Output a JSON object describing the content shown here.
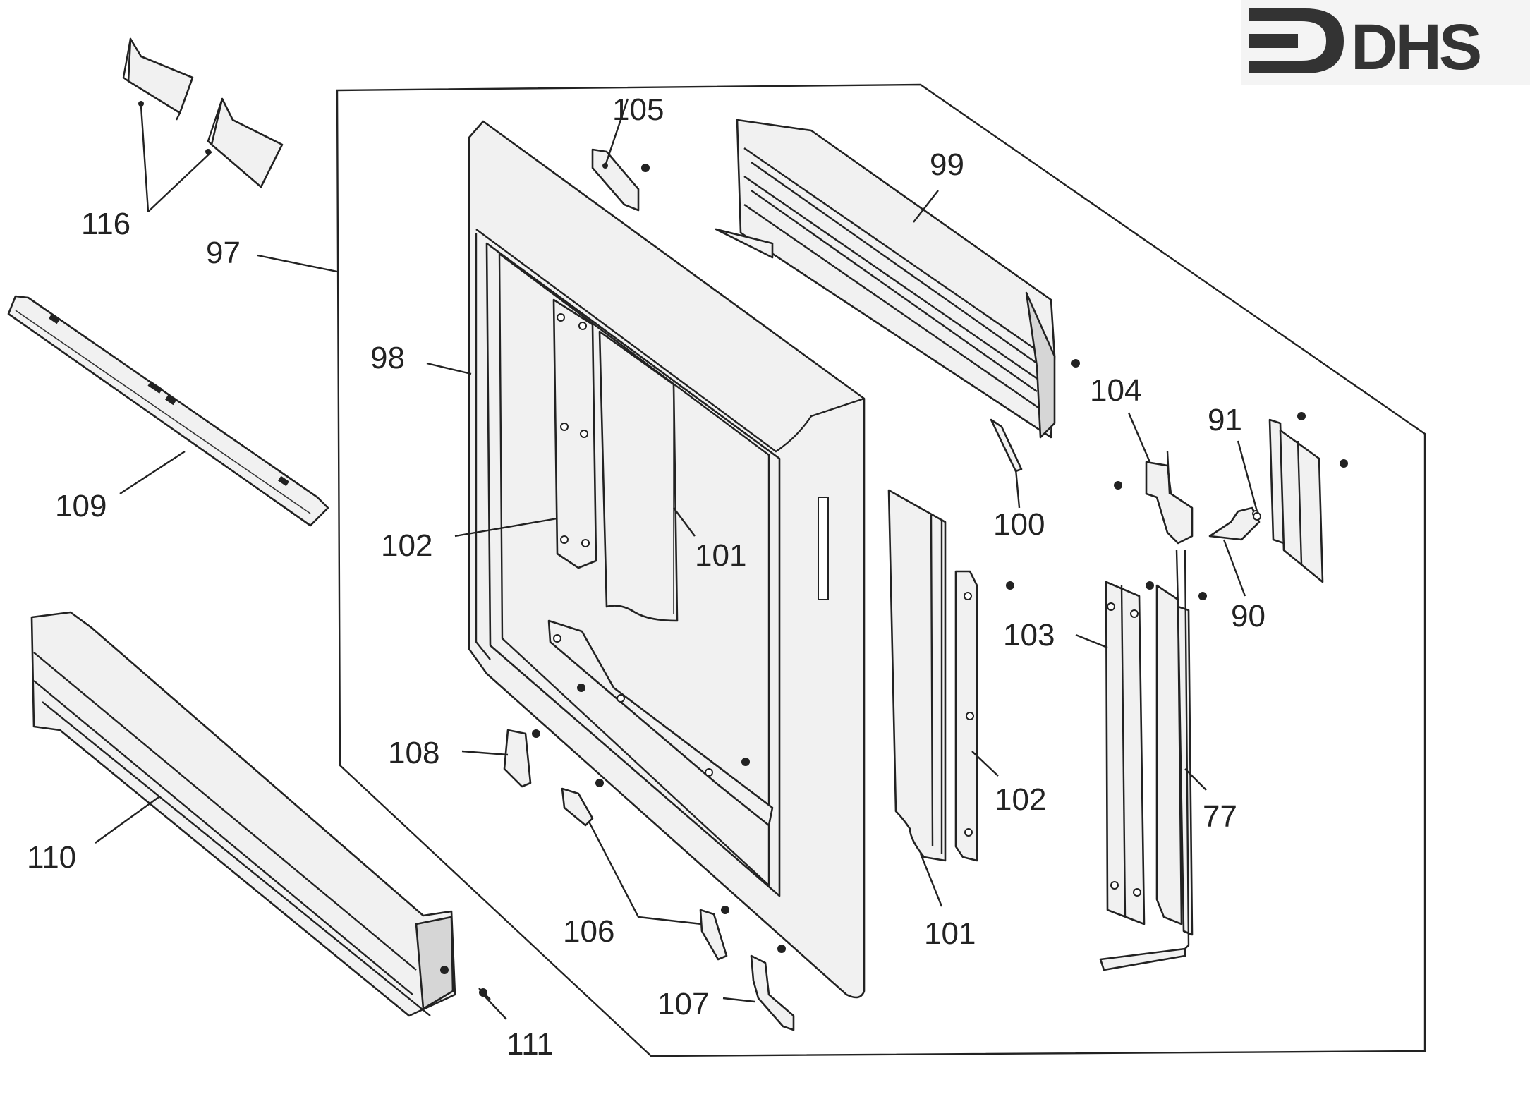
{
  "logo": {
    "text": "DHS",
    "color": "#333333"
  },
  "callouts": {
    "c116": "116",
    "c97": "97",
    "c109": "109",
    "c98": "98",
    "c105": "105",
    "c99": "99",
    "c104": "104",
    "c91": "91",
    "c100": "100",
    "c102a": "102",
    "c101a": "101",
    "c90": "90",
    "c103": "103",
    "c108": "108",
    "c102b": "102",
    "c77": "77",
    "c110": "110",
    "c106": "106",
    "c101b": "101",
    "c107": "107",
    "c111": "111"
  }
}
